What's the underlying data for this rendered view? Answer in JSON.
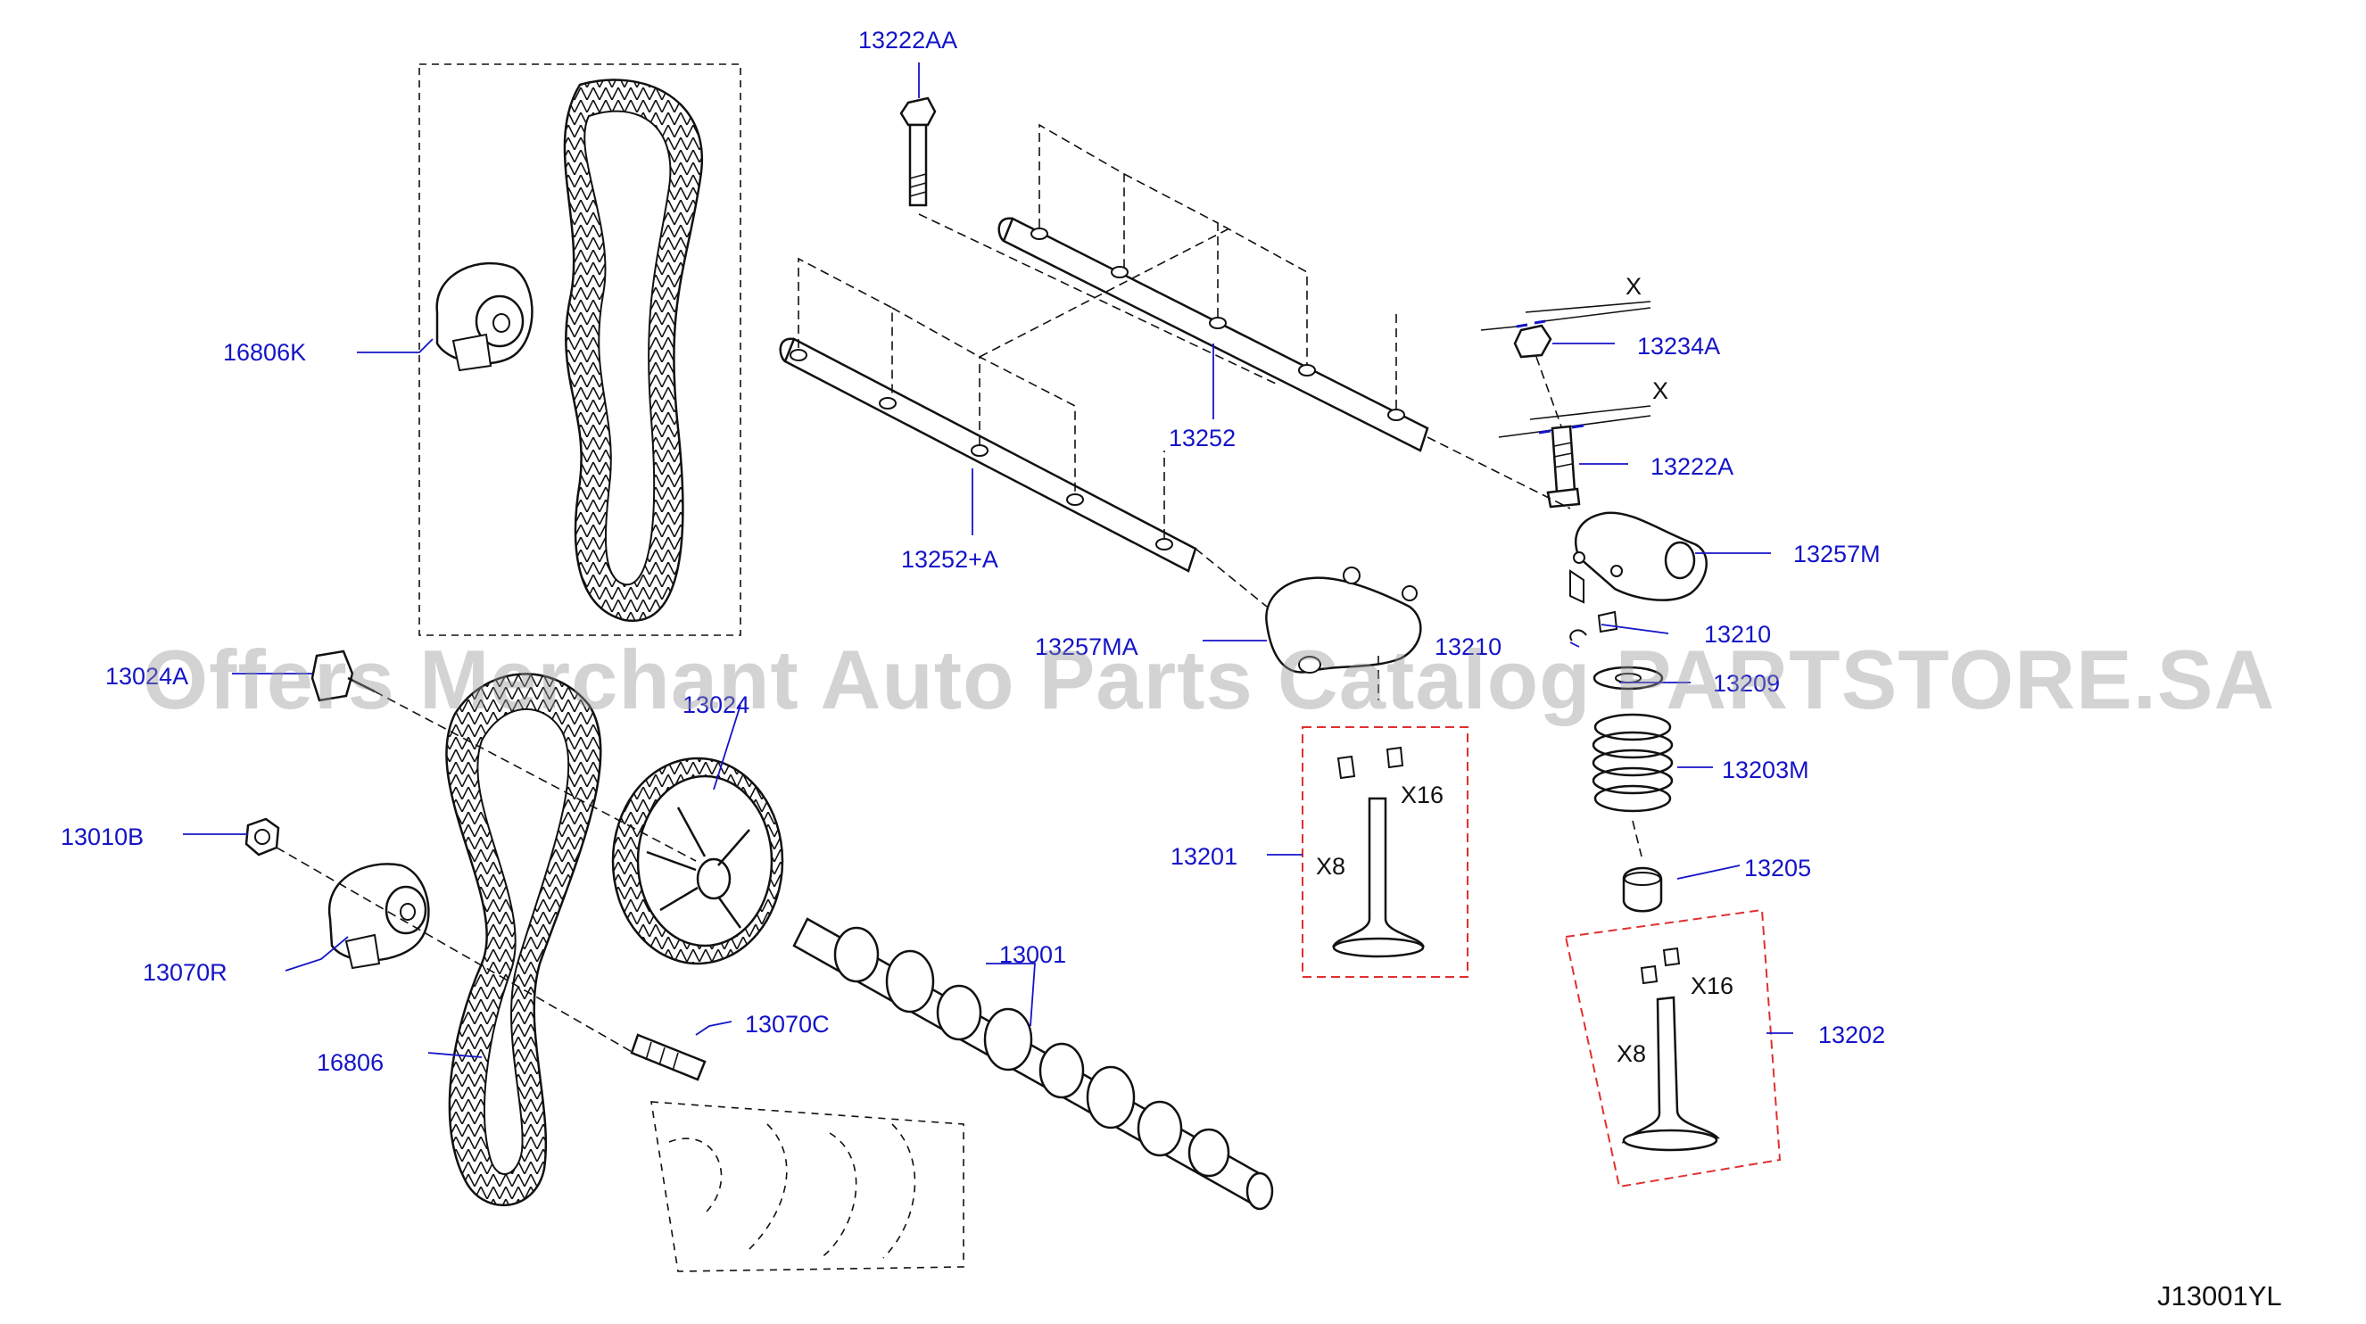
{
  "callouts": {
    "c13222AA": "13222AA",
    "c16806K": "16806K",
    "c13252": "13252",
    "c13252A": "13252+A",
    "c13234A": "13234A",
    "c13222A": "13222A",
    "c13257M": "13257M",
    "c13257MA": "13257MA",
    "c13210a": "13210",
    "c13210b": "13210",
    "c13209": "13209",
    "c13024A": "13024A",
    "c13024": "13024",
    "c13010B": "13010B",
    "c13070R": "13070R",
    "c13001": "13001",
    "c13201": "13201",
    "c13203M": "13203M",
    "c13205": "13205",
    "c13202": "13202",
    "c13070C": "13070C",
    "c16806": "16806"
  },
  "quantities": {
    "x16_left": "X16",
    "x8_left": "X8",
    "x16_right": "X16",
    "x8_right": "X8",
    "x_top": "X",
    "x_mid": "X"
  },
  "diagram_code": "J13001YL",
  "watermark": "Offers Merchant Auto Parts Catalog PARTSTORE.SA",
  "colors": {
    "callout": "#1414c8",
    "outline": "#111111",
    "kit_box": "#e03030",
    "watermark": "#969696"
  }
}
